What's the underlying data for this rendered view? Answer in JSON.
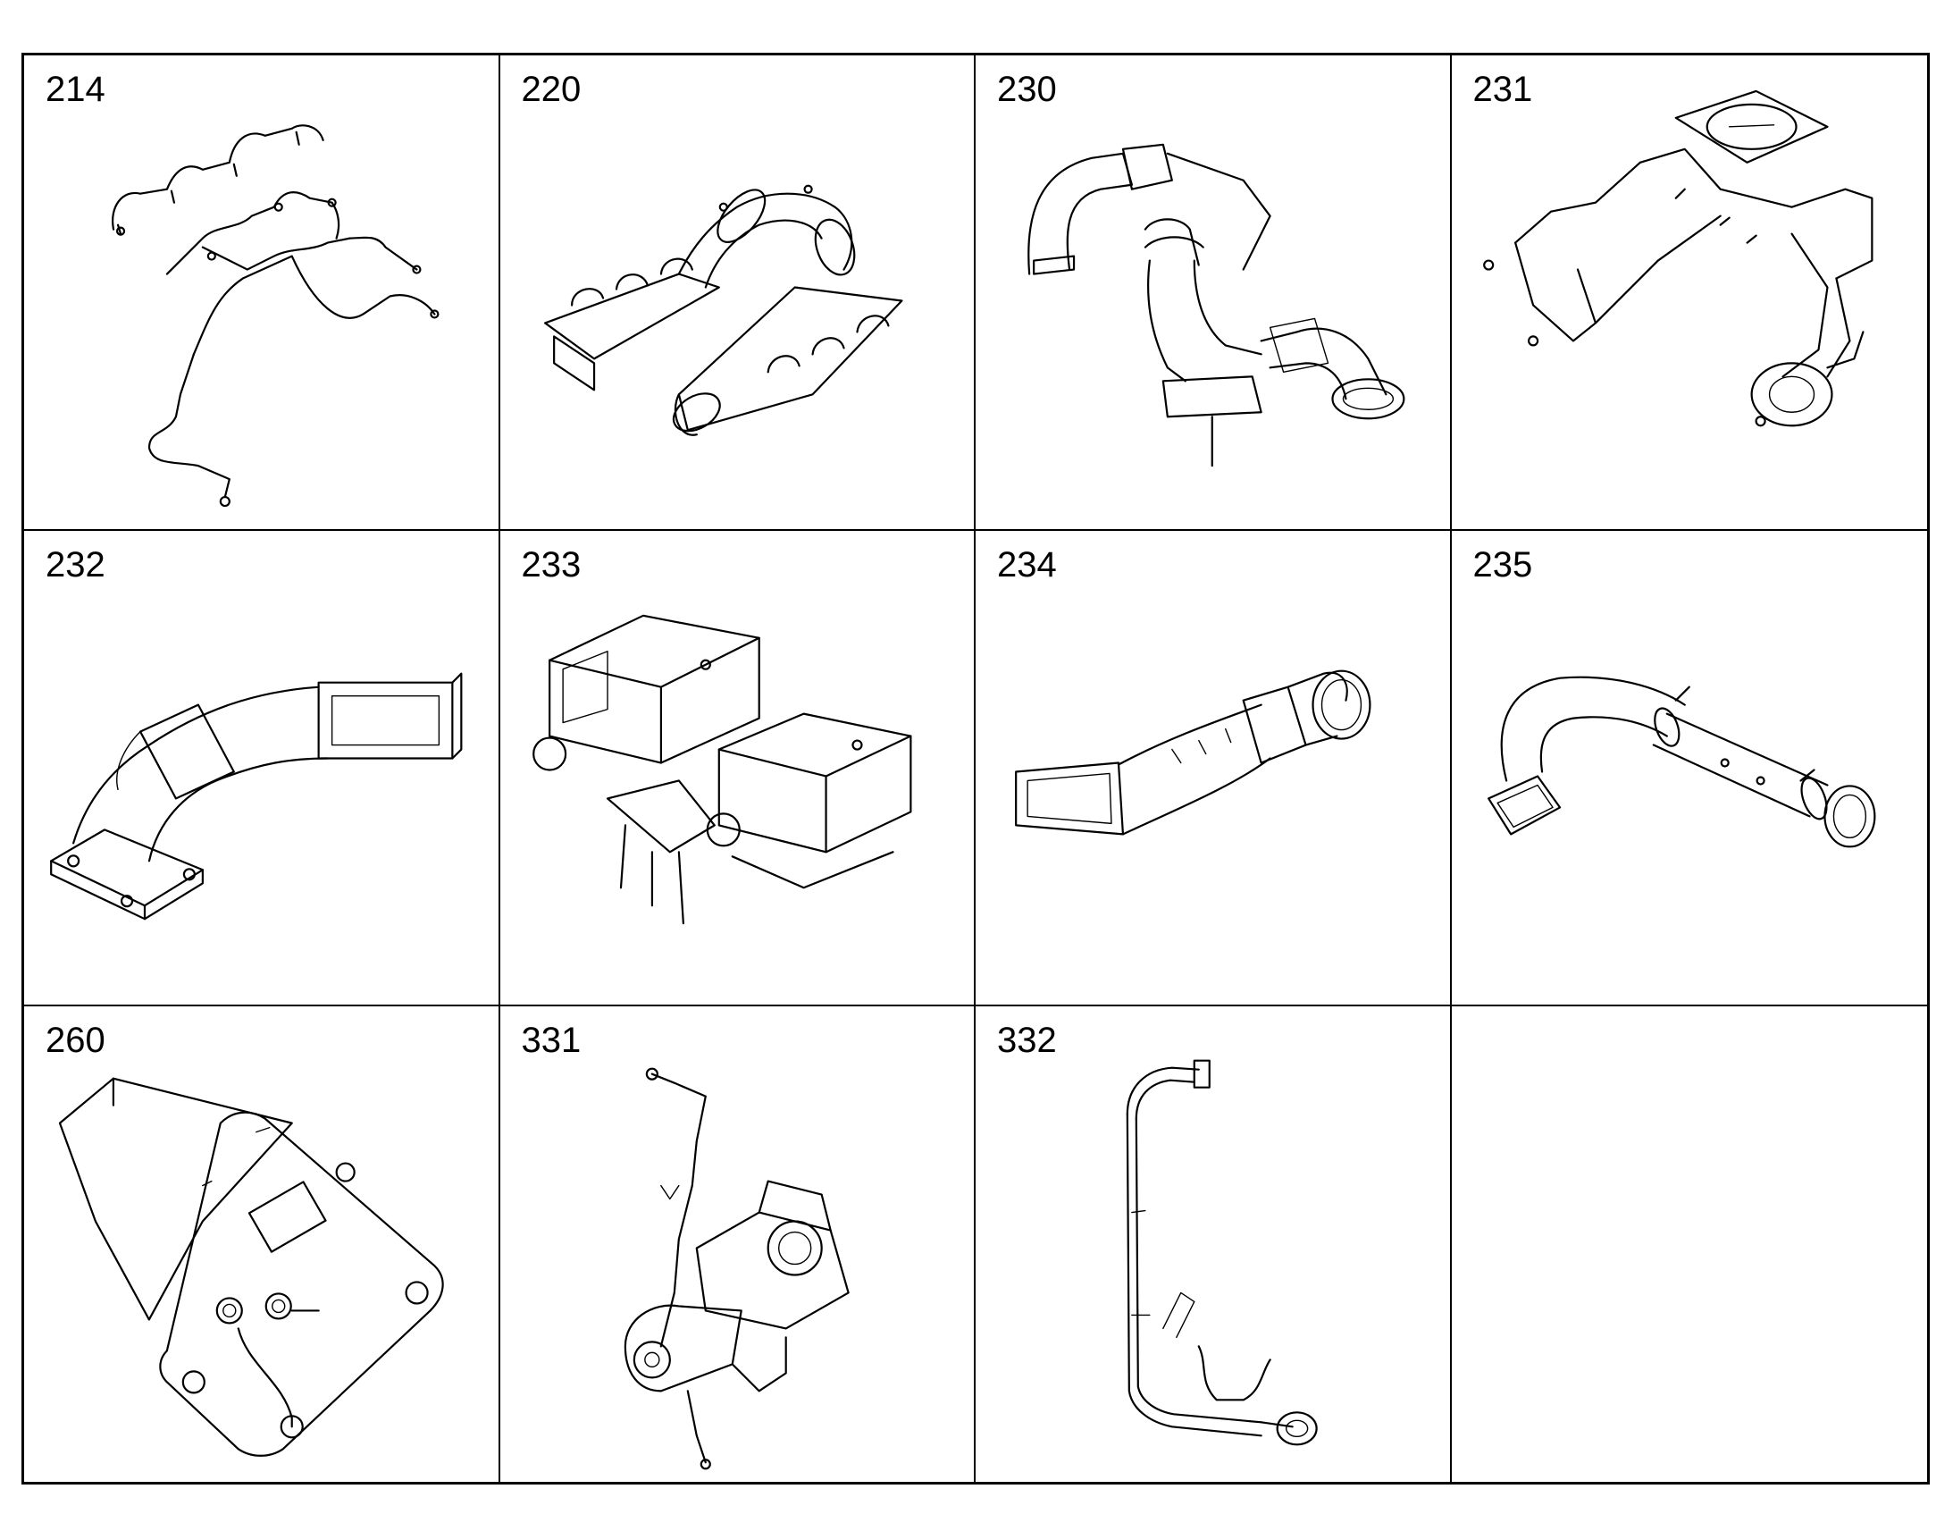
{
  "cells": [
    {
      "label": "214",
      "illustration": "fuel-injection-lines"
    },
    {
      "label": "220",
      "illustration": "intake-manifold"
    },
    {
      "label": "230",
      "illustration": "air-intake-duct"
    },
    {
      "label": "231",
      "illustration": "intake-manifold-housing"
    },
    {
      "label": "232",
      "illustration": "elbow-duct"
    },
    {
      "label": "233",
      "illustration": "charge-air-coolers"
    },
    {
      "label": "234",
      "illustration": "tapered-air-duct"
    },
    {
      "label": "235",
      "illustration": "curved-pipe-with-clamps"
    },
    {
      "label": "260",
      "illustration": "oil-cooler-plate"
    },
    {
      "label": "331",
      "illustration": "air-compressor"
    },
    {
      "label": "332",
      "illustration": "compressor-line"
    },
    {
      "label": "",
      "illustration": "empty"
    }
  ]
}
